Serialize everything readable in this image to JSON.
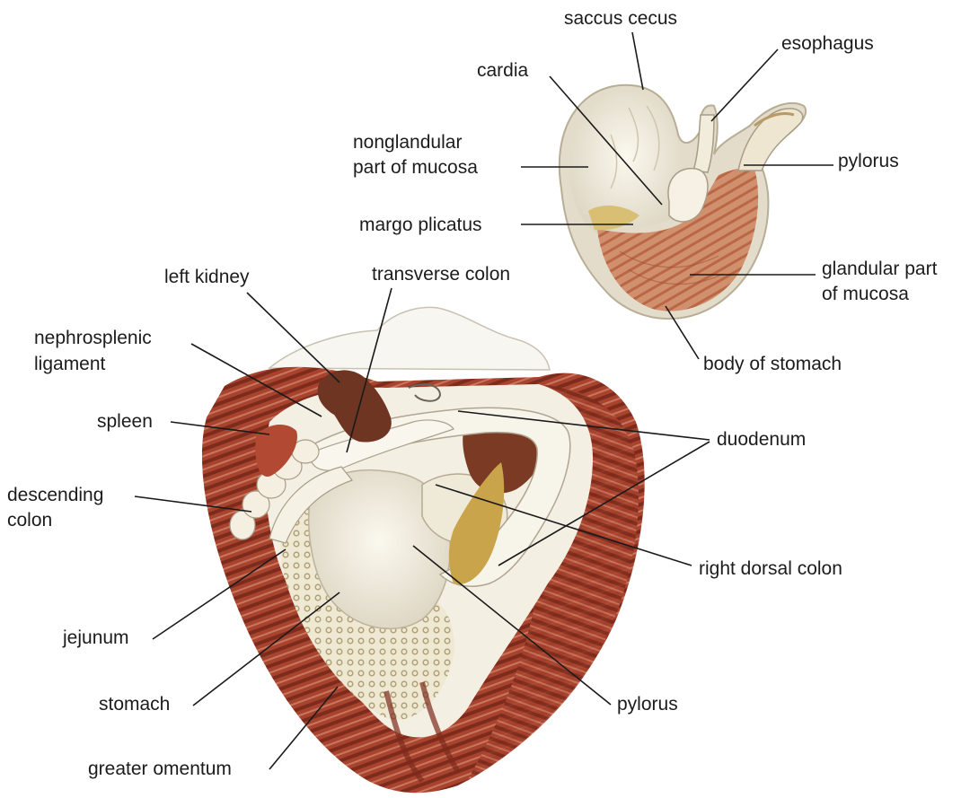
{
  "colors": {
    "muscle": "#a8432e",
    "muscle_dark": "#7d2b1c",
    "muscle_light": "#c97660",
    "organ_cream": "#f4f0e2",
    "organ_shadow": "#dcd5c2",
    "kidney": "#6e3522",
    "omentum": "#c9bd9a",
    "bile_yellow": "#c9a44b",
    "line": "#1a1a1a"
  },
  "labels": {
    "saccus_cecus": "saccus cecus",
    "esophagus": "esophagus",
    "cardia": "cardia",
    "nonglandular_1": "nonglandular",
    "nonglandular_2": "part of mucosa",
    "pylorus_top": "pylorus",
    "margo_plicatus": "margo plicatus",
    "glandular_1": "glandular part",
    "glandular_2": "of mucosa",
    "body_of_stomach": "body of stomach",
    "left_kidney": "left kidney",
    "transverse_colon": "transverse colon",
    "nephrosplenic_1": "nephrosplenic",
    "nephrosplenic_2": "ligament",
    "spleen": "spleen",
    "duodenum": "duodenum",
    "descending_1": "descending",
    "descending_2": "colon",
    "right_dorsal_colon": "right dorsal colon",
    "jejunum": "jejunum",
    "stomach": "stomach",
    "pylorus_bottom": "pylorus",
    "greater_omentum": "greater omentum"
  }
}
